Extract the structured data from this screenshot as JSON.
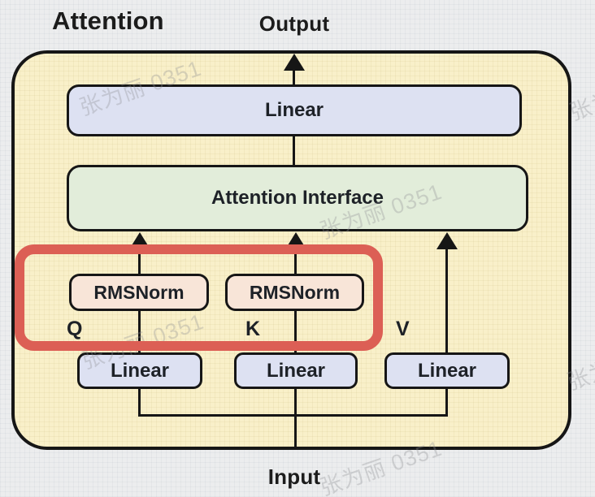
{
  "title": "Attention",
  "io": {
    "output_label": "Output",
    "input_label": "Input"
  },
  "blocks": {
    "output_projection": {
      "label": "Linear"
    },
    "attention_interface": {
      "label": "Attention Interface"
    },
    "rmsnorm_q": {
      "label": "RMSNorm"
    },
    "rmsnorm_k": {
      "label": "RMSNorm"
    },
    "linear_q": {
      "label": "Linear"
    },
    "linear_k": {
      "label": "Linear"
    },
    "linear_v": {
      "label": "Linear"
    }
  },
  "branch_labels": {
    "q": "Q",
    "k": "K",
    "v": "V"
  },
  "watermark": {
    "text": "张为丽 0351"
  },
  "colors": {
    "canvas_bg": "#ecedee",
    "container_fill": "#f9f0c9",
    "linear_fill": "#dde1f2",
    "interface_fill": "#e2edda",
    "rmsnorm_fill": "#f8e5d8",
    "highlight_red": "#dc5f55",
    "line_black": "#161616",
    "text": "#1d2127",
    "watermark": "#8f9094"
  }
}
